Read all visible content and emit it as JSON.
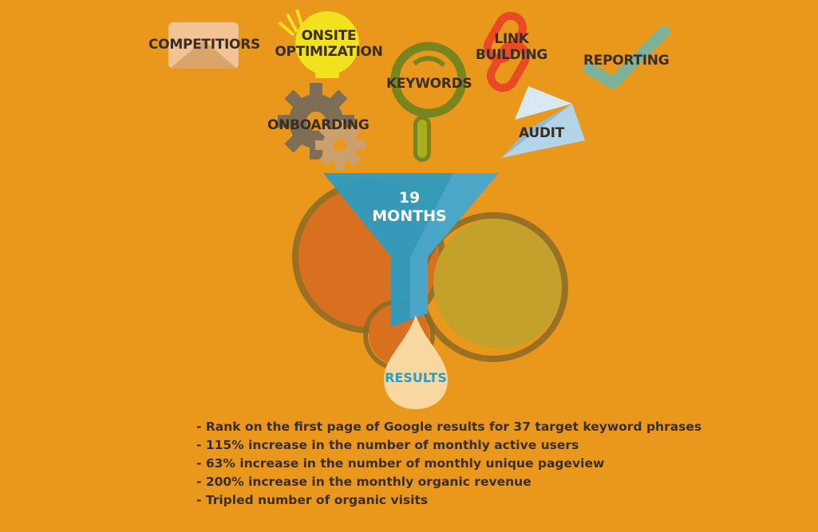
{
  "labels": {
    "competitors": "COMPETITIORS",
    "onsite_line1": "ONSITE",
    "onsite_line2": "OPTIMIZATION",
    "keywords": "KEYWORDS",
    "link_line1": "LINK",
    "link_line2": "BUILDING",
    "reporting": "REPORTING",
    "onboarding": "ONBOARDING",
    "audit": "AUDIT"
  },
  "funnel": {
    "line1": "19",
    "line2": "MONTHS"
  },
  "results": "RESULTS",
  "bullets": [
    "- Rank on the first page of Google results for 37 target keyword phrases",
    "- 115% increase in the number of monthly active users",
    "- 63% increase in the number of monthly unique pageview",
    "- 200% increase in the monthly organic revenue",
    "- Tripled number of organic visits"
  ],
  "colors": {
    "background": "#ea981c",
    "funnel": "#2d9bc0",
    "text": "#3a2d22",
    "results_text": "#2d9bc0"
  },
  "icons": [
    "envelope-icon",
    "lightbulb-icon",
    "magnifier-icon",
    "chain-link-icon",
    "checkmark-icon",
    "gears-icon",
    "paper-plane-icon",
    "funnel-icon",
    "droplet-icon"
  ]
}
